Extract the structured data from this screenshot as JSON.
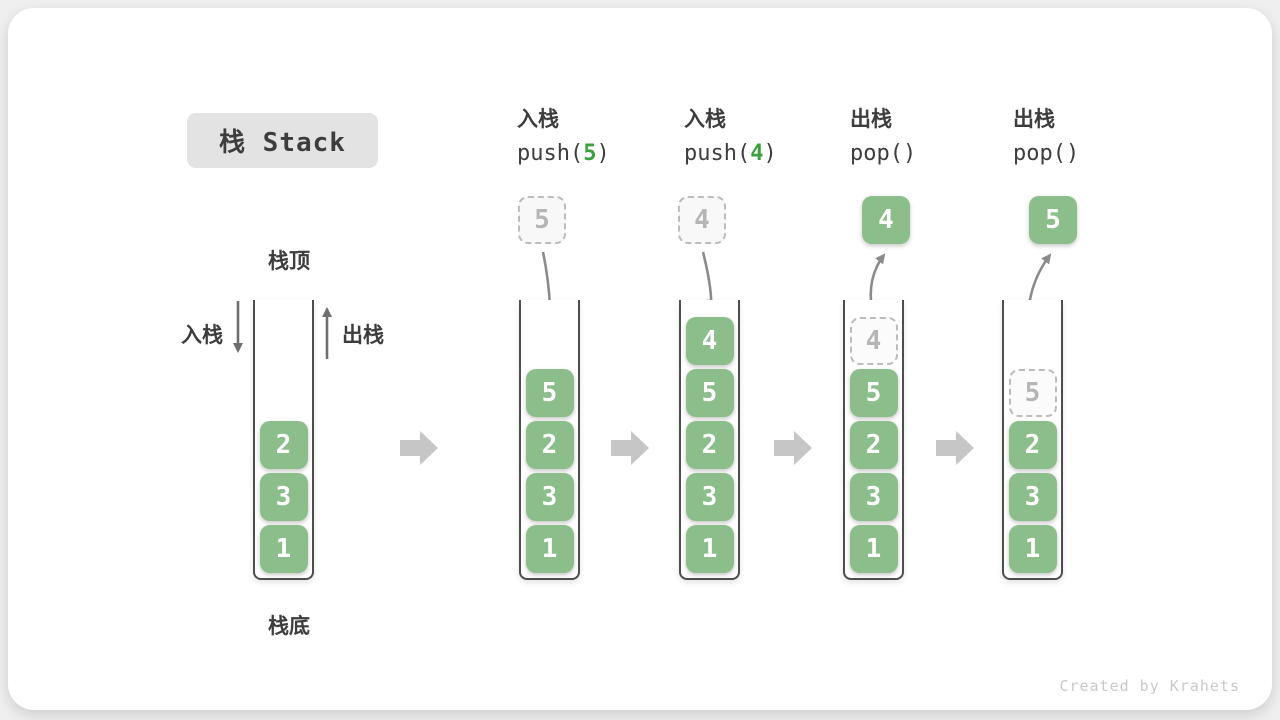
{
  "title": {
    "label": "栈 Stack"
  },
  "legend": {
    "stack_top": "栈顶",
    "stack_bottom": "栈底",
    "push": "入栈",
    "pop": "出栈"
  },
  "initial_stack": {
    "cells": [
      {
        "value": "2"
      },
      {
        "value": "3"
      },
      {
        "value": "1"
      }
    ]
  },
  "steps": [
    {
      "op_label": "入栈",
      "code_prefix": "push(",
      "code_arg": "5",
      "code_suffix": ")",
      "float_value": "5",
      "float_style": "dashed",
      "cells": [
        {
          "value": "5"
        },
        {
          "value": "2"
        },
        {
          "value": "3"
        },
        {
          "value": "1"
        }
      ]
    },
    {
      "op_label": "入栈",
      "code_prefix": "push(",
      "code_arg": "4",
      "code_suffix": ")",
      "float_value": "4",
      "float_style": "dashed",
      "cells": [
        {
          "value": "4"
        },
        {
          "value": "5"
        },
        {
          "value": "2"
        },
        {
          "value": "3"
        },
        {
          "value": "1"
        }
      ]
    },
    {
      "op_label": "出栈",
      "code_prefix": "pop(",
      "code_arg": "",
      "code_suffix": ")",
      "float_value": "4",
      "float_style": "solid",
      "cells": [
        {
          "value": "4",
          "ghost": true
        },
        {
          "value": "5"
        },
        {
          "value": "2"
        },
        {
          "value": "3"
        },
        {
          "value": "1"
        }
      ]
    },
    {
      "op_label": "出栈",
      "code_prefix": "pop(",
      "code_arg": "",
      "code_suffix": ")",
      "float_value": "5",
      "float_style": "solid",
      "cells": [
        {
          "value": "5",
          "ghost": true
        },
        {
          "value": "2"
        },
        {
          "value": "3"
        },
        {
          "value": "1"
        }
      ]
    }
  ],
  "watermark": "Created by Krahets",
  "colors": {
    "cell_green": "#8cbe8c",
    "code_arg_green": "#3ca03c",
    "title_bg": "#e3e3e3",
    "text_dark": "#3d3d3d",
    "ghost_gray": "#b5b5b5",
    "big_arrow_gray": "#c6c6c6",
    "flow_arrow_gray": "#8b8b8b"
  }
}
